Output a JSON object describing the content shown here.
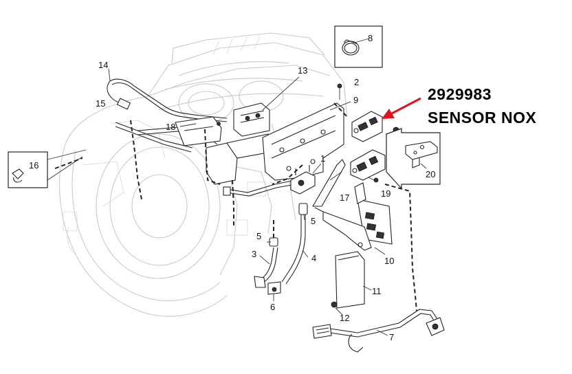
{
  "annotation": {
    "part_number": "2929983",
    "part_name": "SENSOR NOX",
    "arrow_color": "#e0141e"
  },
  "callouts": {
    "c1": "1",
    "c2": "2",
    "c3": "3",
    "c4": "4",
    "c5a": "5",
    "c5b": "5",
    "c6": "6",
    "c7": "7",
    "c8": "8",
    "c9": "9",
    "c10": "10",
    "c11": "11",
    "c12": "12",
    "c13": "13",
    "c14": "14",
    "c15": "15",
    "c16": "16",
    "c17": "17",
    "c18": "18",
    "c19": "19",
    "c20": "20"
  }
}
